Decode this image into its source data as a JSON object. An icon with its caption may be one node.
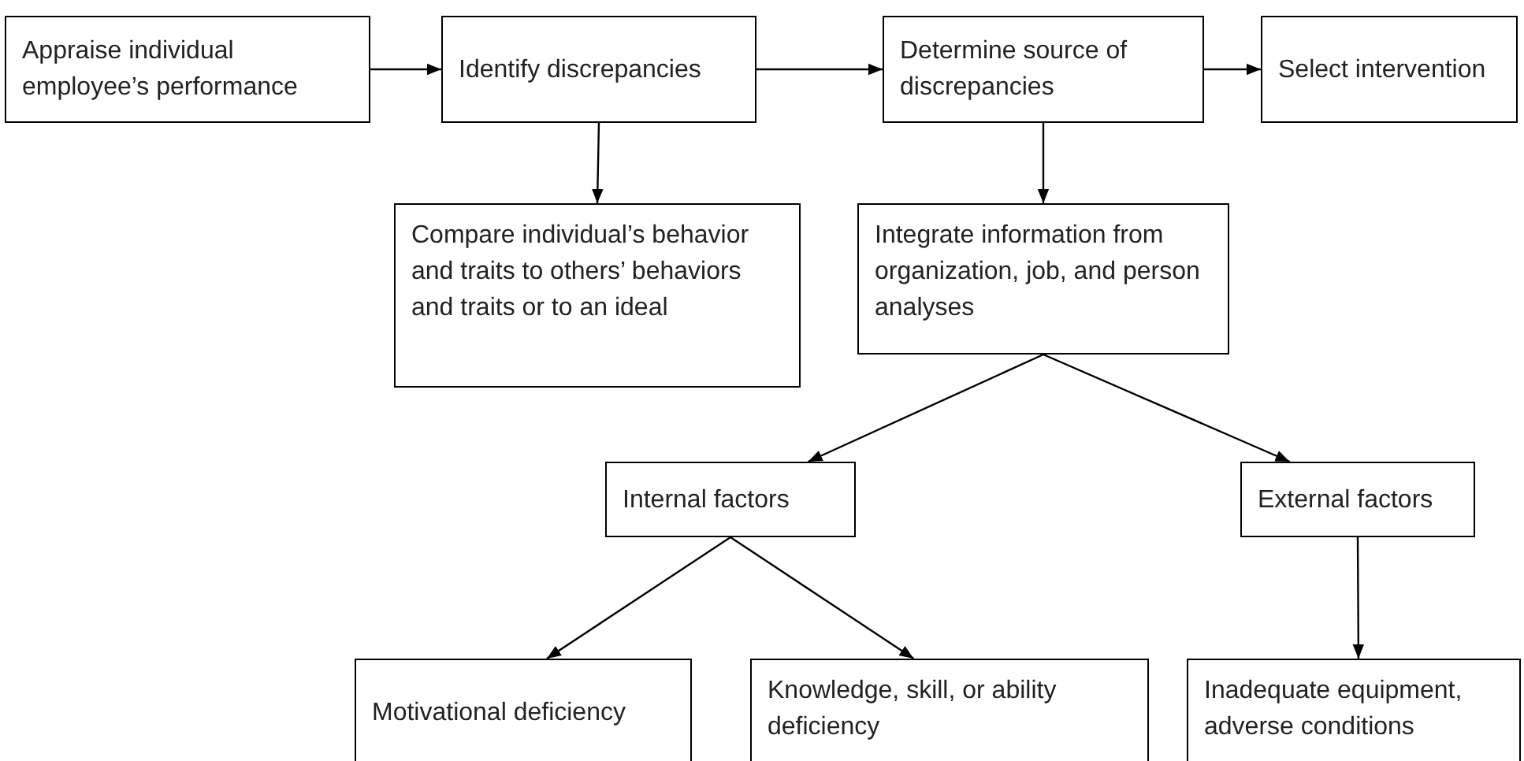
{
  "diagram": {
    "nodes": [
      {
        "text": [
          "Appraise individual employee’s performance"
        ]
      },
      {
        "text": [
          "Identify discrepancies"
        ]
      },
      {
        "text": [
          "Determine source of discrepancies"
        ]
      },
      {
        "text": [
          "Select intervention"
        ]
      },
      {
        "text": [
          "Compare individual’s behavior and traits to others’ behaviors and traits or to an ideal"
        ]
      },
      {
        "text": [
          "Integrate information from organization, job, and person analyses"
        ]
      },
      {
        "text": [
          "Internal factors"
        ]
      },
      {
        "text": [
          "External factors"
        ]
      },
      {
        "text": [
          "Motivational deficiency"
        ]
      },
      {
        "text": [
          "Knowledge, skill, or ability deficiency"
        ]
      },
      {
        "text": [
          "Inadequate equipment, adverse conditions"
        ]
      }
    ],
    "edges": [
      {
        "from": 0,
        "to": 1,
        "arrow": "to"
      },
      {
        "from": 1,
        "to": 2,
        "arrow": "to"
      },
      {
        "from": 2,
        "to": 3,
        "arrow": "to"
      },
      {
        "from": 1,
        "to": 4,
        "arrow": "to"
      },
      {
        "from": 2,
        "to": 5,
        "arrow": "to"
      },
      {
        "from": 5,
        "to": 6,
        "arrow": "to"
      },
      {
        "from": 5,
        "to": 7,
        "arrow": "to"
      },
      {
        "from": 6,
        "to": 8,
        "arrow": "to"
      },
      {
        "from": 6,
        "to": 9,
        "arrow": "to"
      },
      {
        "from": 7,
        "to": 10,
        "arrow": "to"
      }
    ]
  }
}
